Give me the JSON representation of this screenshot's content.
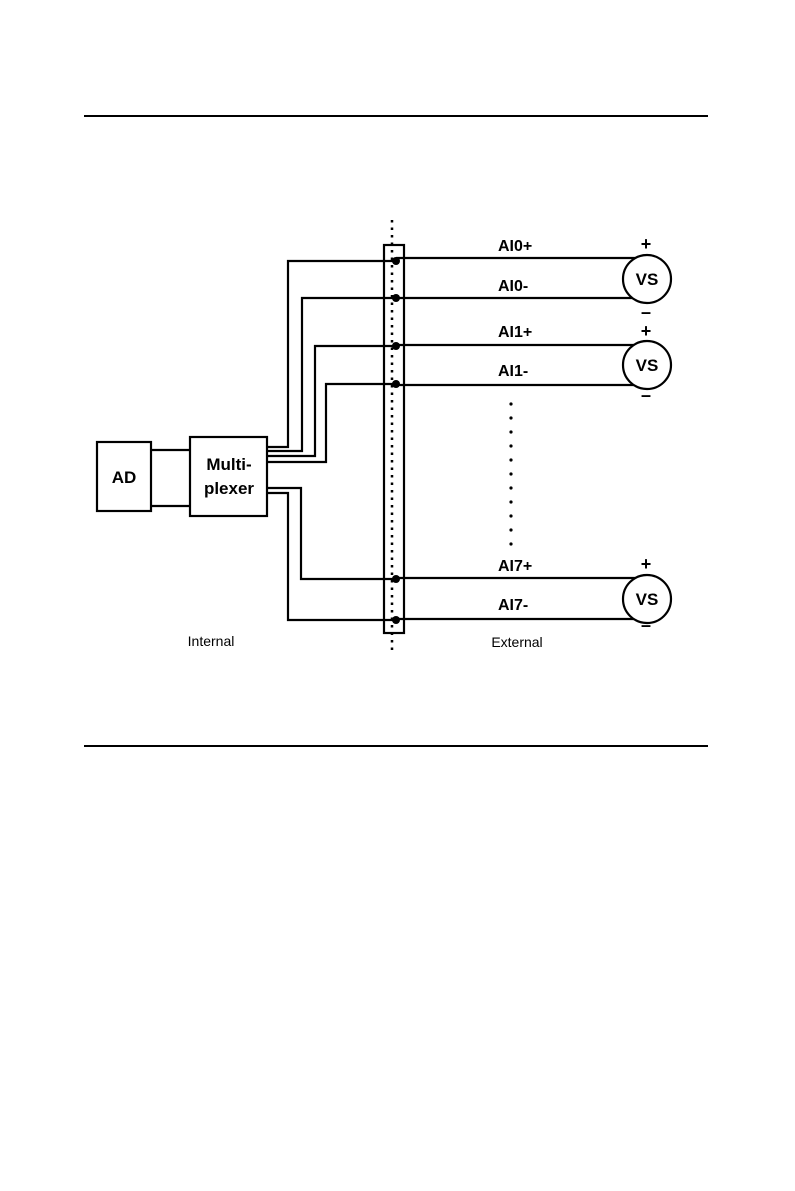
{
  "blocks": {
    "ad": "AD",
    "mux_line1": "Multi-",
    "mux_line2": "plexer"
  },
  "channels": [
    {
      "plus": "AI0+",
      "minus": "AI0-",
      "source": "VS"
    },
    {
      "plus": "AI1+",
      "minus": "AI1-",
      "source": "VS"
    },
    {
      "plus": "AI7+",
      "minus": "AI7-",
      "source": "VS"
    }
  ],
  "polarity": {
    "plus": "+",
    "minus": "–"
  },
  "regions": {
    "internal": "Internal",
    "external": "External"
  }
}
